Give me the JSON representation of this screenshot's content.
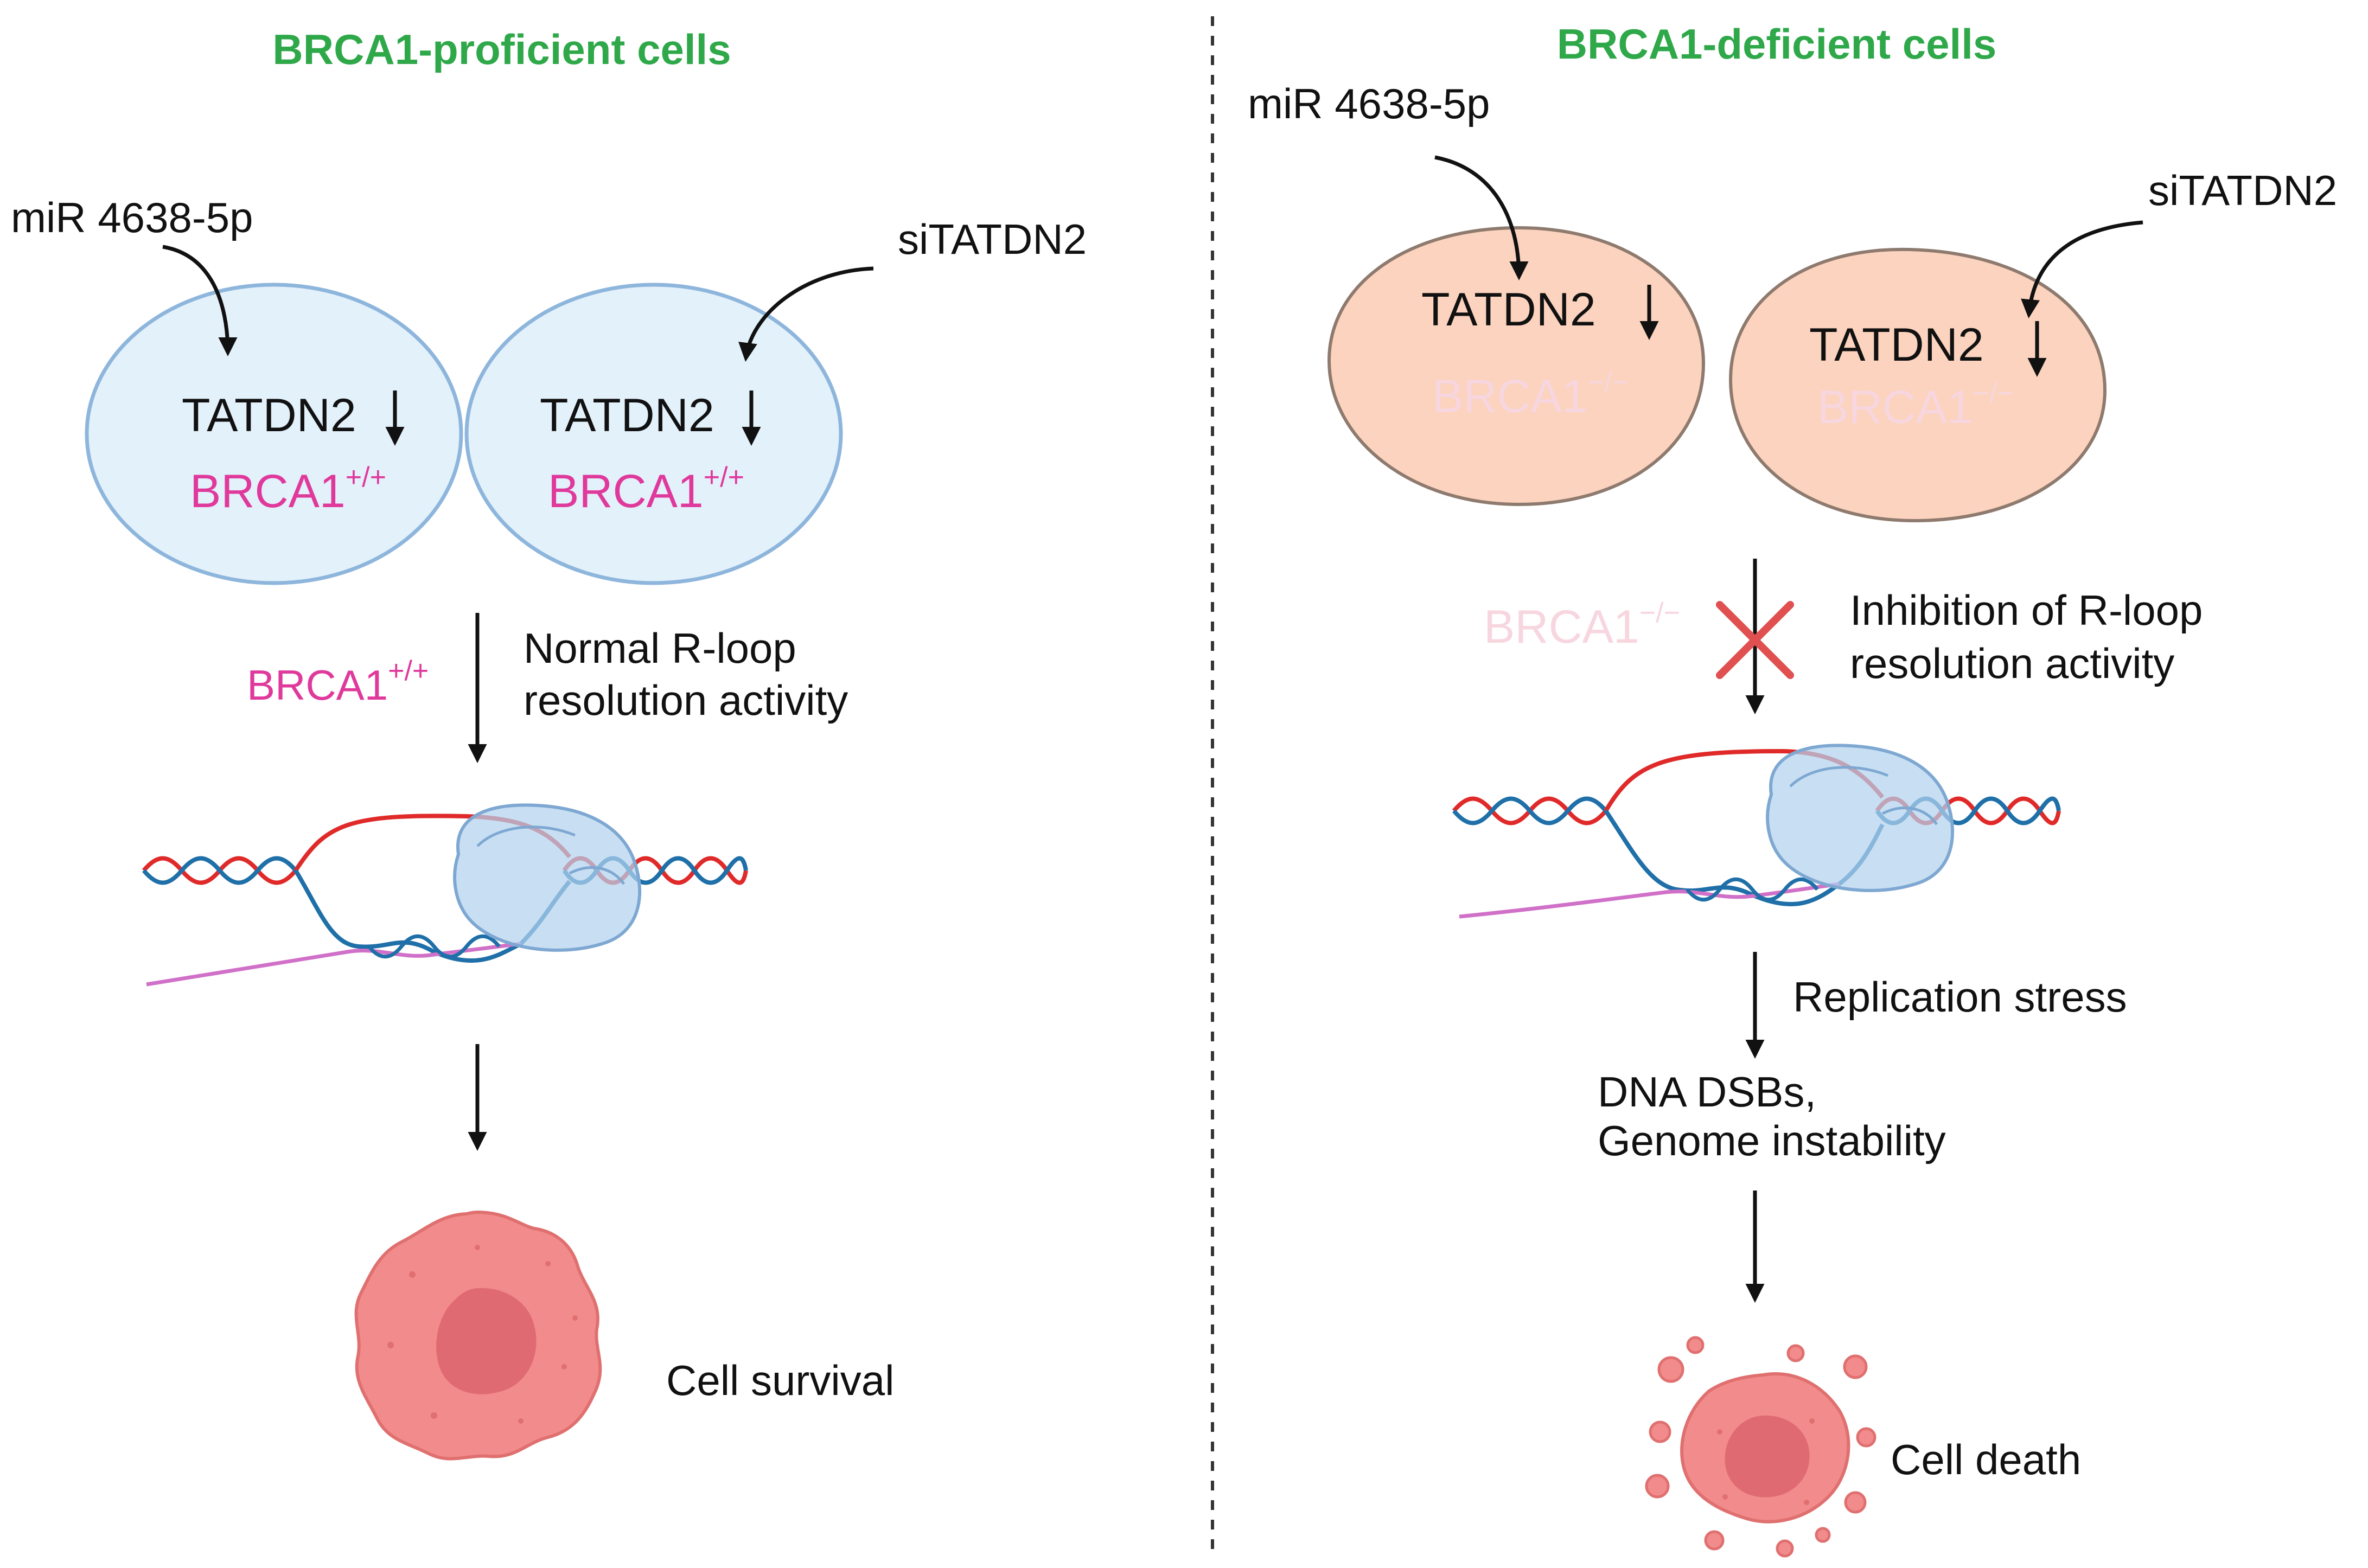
{
  "left_panel": {
    "title": "BRCA1-proficient cells",
    "mir_label": "miR 4638-5p",
    "si_label": "siTATDN2",
    "cell1_gene": "TATDN2",
    "cell1_genotype": "BRCA1",
    "cell1_genotype_sup": "+/+",
    "cell2_gene": "TATDN2",
    "cell2_genotype": "BRCA1",
    "cell2_genotype_sup": "+/+",
    "side_genotype": "BRCA1",
    "side_genotype_sup": "+/+",
    "step1_line1": "Normal R-loop",
    "step1_line2": "resolution activity",
    "outcome": "Cell survival"
  },
  "right_panel": {
    "title": "BRCA1-deficient cells",
    "mir_label": "miR 4638-5p",
    "si_label": "siTATDN2",
    "cell1_gene": "TATDN2",
    "cell1_genotype": "BRCA1",
    "cell1_genotype_sup": "−/−",
    "cell2_gene": "TATDN2",
    "cell2_genotype": "BRCA1",
    "cell2_genotype_sup": "−/−",
    "side_genotype": "BRCA1",
    "side_genotype_sup": "−/−",
    "step1_line1": "Inhibition of R-loop",
    "step1_line2": "resolution activity",
    "step2": "Replication stress",
    "step3_line1": "DNA DSBs,",
    "step3_line2": "Genome instability",
    "outcome": "Cell death"
  },
  "colors": {
    "title_green": "#2fa84a",
    "brca_pink": "#e0399c",
    "proficient_cell_fill": "#e3f1fb",
    "proficient_cell_stroke": "#8eb6dc",
    "deficient_cell_fill": "#fbd3be",
    "deficient_cell_stroke": "#8e7a6e",
    "block_x": "#e05050",
    "strand_red": "#e02a2a",
    "strand_blue": "#1f6fa8",
    "rna_pink": "#d070c8",
    "survival_cell": "#f28b8b",
    "nucleus": "#e06a72"
  }
}
